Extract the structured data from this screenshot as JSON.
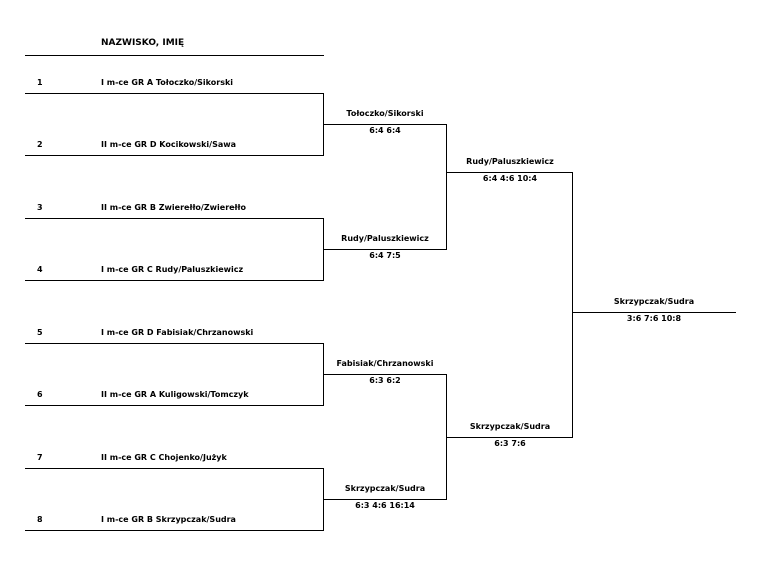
{
  "header": {
    "title": "NAZWISKO, IMIĘ"
  },
  "entries": [
    {
      "num": "1",
      "label": "I m-ce GR A  Tołoczko/Sikorski"
    },
    {
      "num": "2",
      "label": "II m-ce GR D  Kocikowski/Sawa"
    },
    {
      "num": "3",
      "label": "II m-ce GR B  Zwierełło/Zwierełło"
    },
    {
      "num": "4",
      "label": "I m-ce GR C  Rudy/Paluszkiewicz"
    },
    {
      "num": "5",
      "label": "I m-ce GR D  Fabisiak/Chrzanowski"
    },
    {
      "num": "6",
      "label": "II m-ce GR A  Kuligowski/Tomczyk"
    },
    {
      "num": "7",
      "label": "II m-ce GR C  Chojenko/Jużyk"
    },
    {
      "num": "8",
      "label": "I m-ce GR B  Skrzypczak/Sudra"
    }
  ],
  "quarterfinals": [
    {
      "winner": "Tołoczko/Sikorski",
      "score": "6:4  6:4"
    },
    {
      "winner": "Rudy/Paluszkiewicz",
      "score": "6:4  7:5"
    },
    {
      "winner": "Fabisiak/Chrzanowski",
      "score": "6:3  6:2"
    },
    {
      "winner": "Skrzypczak/Sudra",
      "score": "6:3  4:6  16:14"
    }
  ],
  "semifinals": [
    {
      "winner": "Rudy/Paluszkiewicz",
      "score": "6:4  4:6  10:4"
    },
    {
      "winner": "Skrzypczak/Sudra",
      "score": "6:3  7:6"
    }
  ],
  "final": {
    "winner": "Skrzypczak/Sudra",
    "score": "3:6  7:6  10:8"
  }
}
